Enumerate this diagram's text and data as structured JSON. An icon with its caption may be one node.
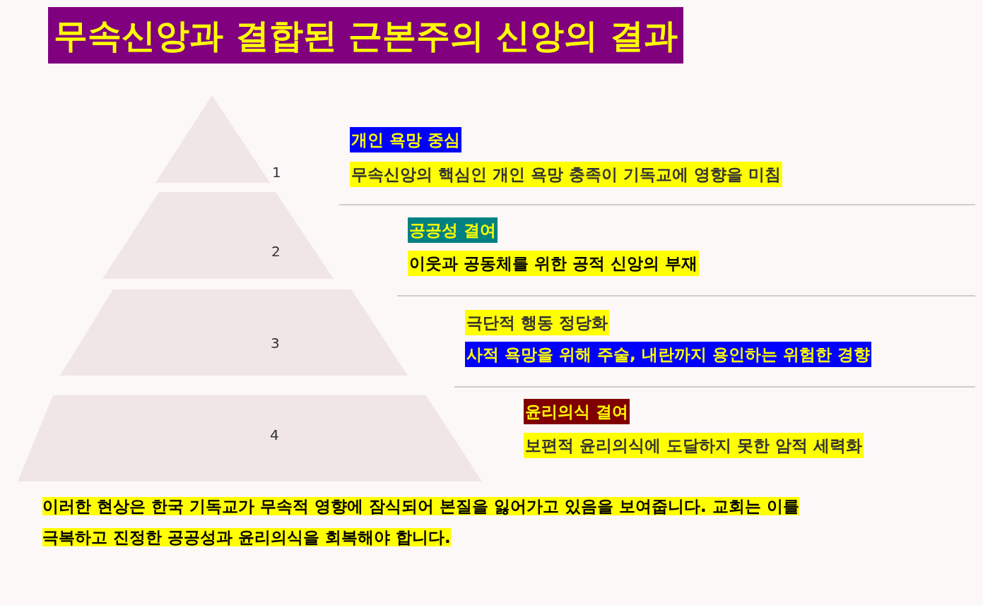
{
  "diagram": {
    "title": "무속신앙과 결합된 근본주의 신앙의 결과",
    "nodes": [
      {
        "text": [
          "1"
        ],
        "beside": [
          "개인 욕망 중심",
          "무속신앙의 핵심인 개인 욕망 충족이 기독교에 영향을 미침"
        ]
      },
      {
        "text": [
          "2"
        ],
        "beside": [
          "공공성 결여",
          "이웃과 공동체를 위한 공적 신앙의 부재"
        ]
      },
      {
        "text": [
          "3"
        ],
        "beside": [
          "극단적 행동 정당화",
          "사적 욕망을 위해 주술, 내란까지 용인하는 위험한 경향"
        ]
      },
      {
        "text": [
          "4"
        ],
        "beside": [
          "윤리의식 결여",
          "보편적 윤리의식에 도달하지 못한 암적 세력화"
        ]
      }
    ],
    "edges": [],
    "caption": "이러한 현상은 한국 기독교가 무속적 영향에 잠식되어 본질을 잃어가고 있음을 보여줍니다. 교회는 이를 극복하고 진정한 공공성과 윤리의식을 회복해야 합니다."
  }
}
